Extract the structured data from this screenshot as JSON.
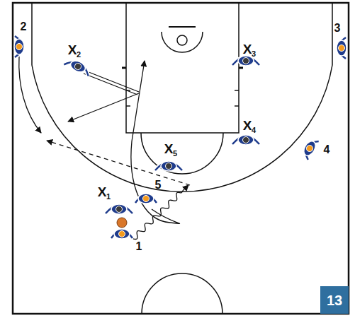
{
  "diagram": {
    "labels": [
      "2",
      "X",
      "2",
      "X",
      "3",
      "3",
      "X",
      "4",
      "4",
      "X",
      "5",
      "5",
      "X",
      "1",
      "1",
      "13"
    ]
  }
}
